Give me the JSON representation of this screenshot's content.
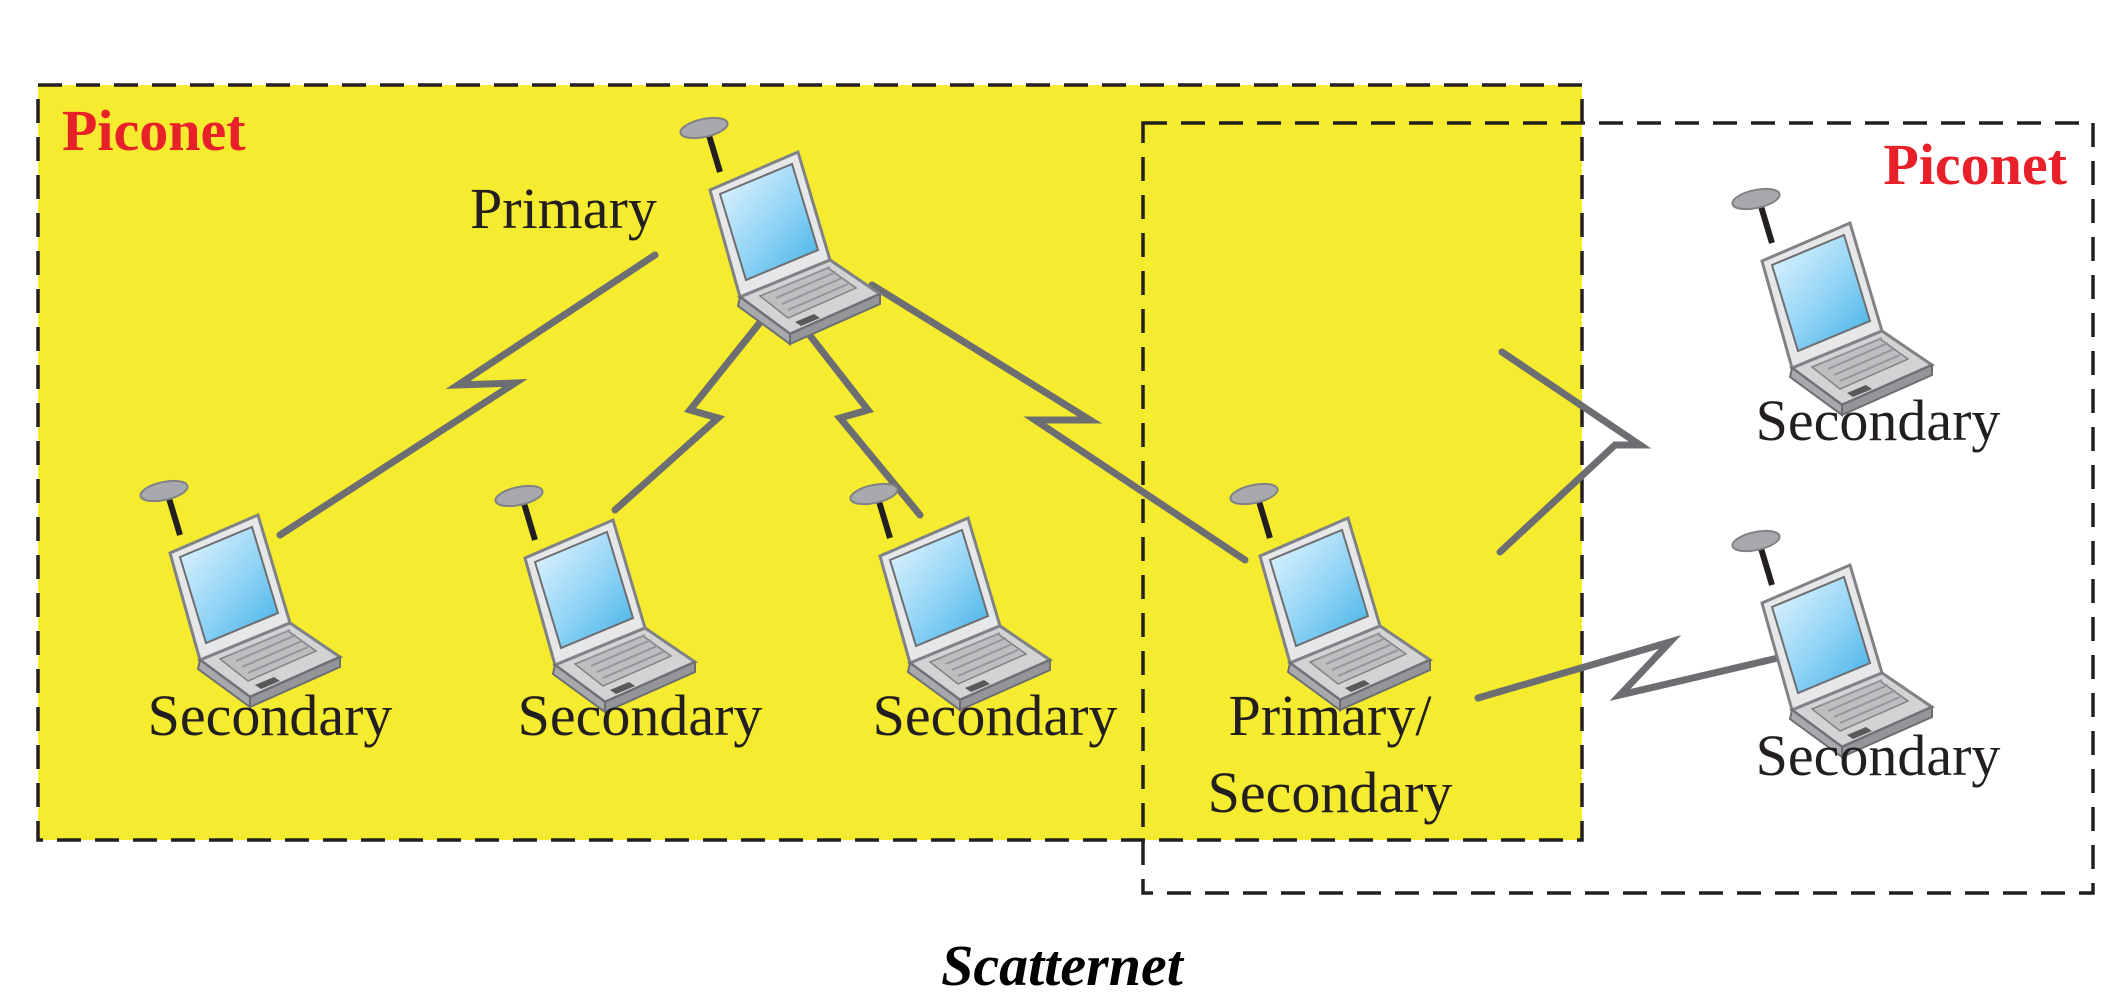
{
  "diagram": {
    "title": "Scatternet",
    "piconet_left_label": "Piconet",
    "piconet_right_label": "Piconet",
    "nodes": {
      "primary": {
        "label": "Primary",
        "icon": "laptop-icon"
      },
      "secondary_1": {
        "label": "Secondary",
        "icon": "laptop-icon"
      },
      "secondary_2": {
        "label": "Secondary",
        "icon": "laptop-icon"
      },
      "secondary_3": {
        "label": "Secondary",
        "icon": "laptop-icon"
      },
      "bridge": {
        "label_line1": "Primary/",
        "label_line2": "Secondary",
        "icon": "laptop-icon"
      },
      "secondary_right_top": {
        "label": "Secondary",
        "icon": "laptop-icon"
      },
      "secondary_right_bottom": {
        "label": "Secondary",
        "icon": "laptop-icon"
      }
    },
    "links": [
      {
        "from": "primary",
        "to": "secondary_1",
        "icon": "lightning-link-icon"
      },
      {
        "from": "primary",
        "to": "secondary_2",
        "icon": "lightning-link-icon"
      },
      {
        "from": "primary",
        "to": "secondary_3",
        "icon": "lightning-link-icon"
      },
      {
        "from": "primary",
        "to": "bridge",
        "icon": "lightning-link-icon"
      },
      {
        "from": "bridge",
        "to": "secondary_right_top",
        "icon": "lightning-link-icon"
      },
      {
        "from": "bridge",
        "to": "secondary_right_bottom",
        "icon": "lightning-link-icon"
      }
    ],
    "colors": {
      "piconet_fill": "#f5ec2f",
      "piconet_label": "#e8202a",
      "border": "#231f20",
      "link": "#6d6e71",
      "screen": "#8fd3f5"
    }
  }
}
